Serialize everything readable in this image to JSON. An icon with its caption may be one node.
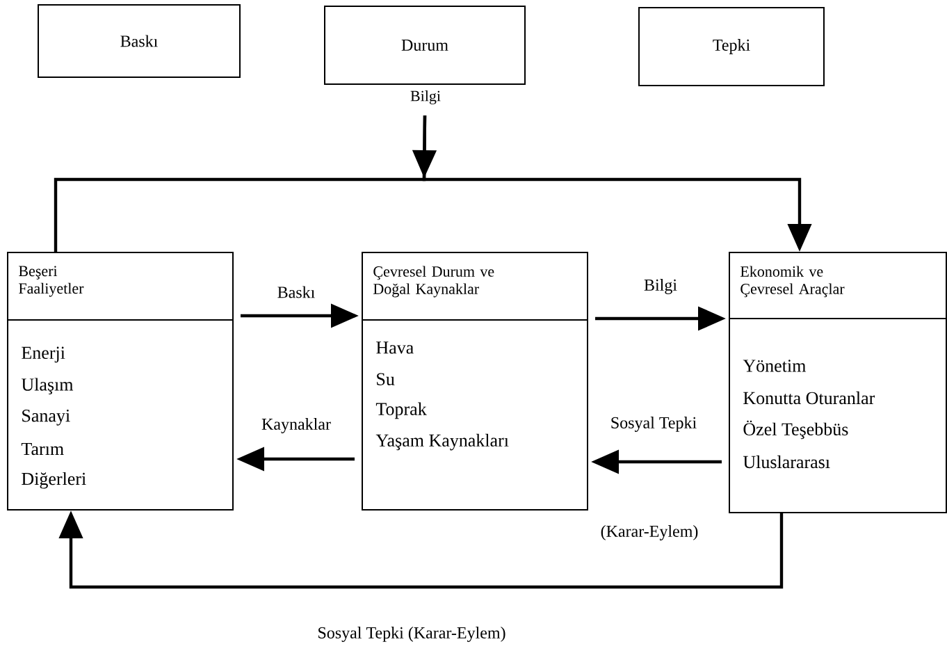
{
  "diagram": {
    "nodes": [
      {
        "text": [
          "Baskı"
        ]
      },
      {
        "text": [
          "Durum"
        ]
      },
      {
        "text": [
          "Tepki"
        ]
      },
      {
        "text": [
          "Beşeri Faaliyetler",
          "Enerji",
          "Ulaşım",
          "Sanayi",
          "Tarım",
          "Diğerleri"
        ]
      },
      {
        "text": [
          "Çevresel Durum ve Doğal Kaynaklar",
          "Hava",
          "Su",
          "Toprak",
          "Yaşam Kaynakları"
        ]
      },
      {
        "text": [
          "Ekonomik ve Çevresel Araçlar",
          "Yönetim",
          "Konutta Oturanlar",
          "Özel Teşebbüs",
          "Uluslararası"
        ]
      }
    ],
    "edges": [
      {
        "from": 1,
        "to": 5,
        "arrow": "to",
        "label": "Bilgi"
      },
      {
        "from": 1,
        "to": 3,
        "arrow": "none"
      },
      {
        "from": 3,
        "to": 4,
        "arrow": "to",
        "label": "Baskı"
      },
      {
        "from": 4,
        "to": 5,
        "arrow": "to",
        "label": "Bilgi"
      },
      {
        "from": 5,
        "to": 4,
        "arrow": "to",
        "label": "Sosyal Tepki"
      },
      {
        "from": 4,
        "to": 3,
        "arrow": "to",
        "label": "Kaynaklar"
      },
      {
        "from": 5,
        "to": 3,
        "arrow": "to",
        "label": "Sosyal Tepki (Karar-Eylem)"
      }
    ],
    "labels": [
      "(Karar-Eylem)"
    ]
  }
}
